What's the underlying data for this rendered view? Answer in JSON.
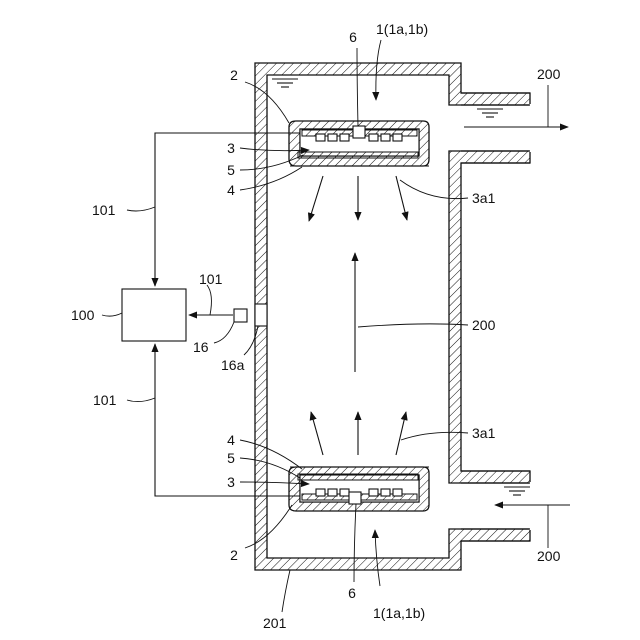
{
  "labels": {
    "control_unit": "100",
    "wiring_upper": "101",
    "wiring_middle": "101",
    "wiring_lower": "101",
    "sensor": "16",
    "sensor_window": "16a",
    "vessel": "201",
    "fluid_outlet": "200",
    "fluid_center": "200",
    "fluid_inlet": "200",
    "device_top": "1(1a,1b)",
    "device_bottom": "1(1a,1b)",
    "upper_casing": "2",
    "upper_substrate": "3",
    "upper_cover": "4",
    "upper_window": "5",
    "upper_element": "6",
    "upper_emission": "3a1",
    "lower_casing": "2",
    "lower_substrate": "3",
    "lower_cover": "4",
    "lower_window": "5",
    "lower_element": "6",
    "lower_emission": "3a1"
  },
  "colors": {
    "line": "#111111",
    "background": "#ffffff"
  }
}
